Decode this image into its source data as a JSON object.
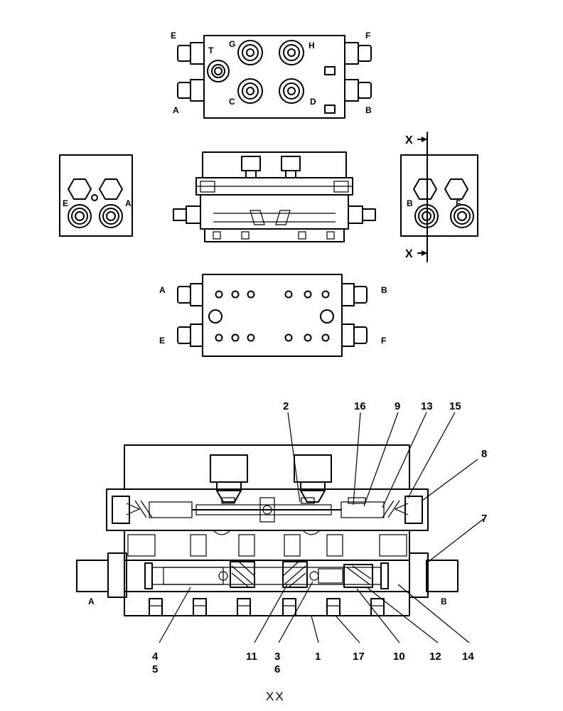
{
  "top_view": {
    "ports": {
      "E": "E",
      "F": "F",
      "A": "A",
      "B": "B",
      "T": "T",
      "G": "G",
      "H": "H",
      "C": "C",
      "D": "D"
    }
  },
  "left_view": {
    "labels": {
      "E": "E",
      "A": "A"
    }
  },
  "right_view": {
    "labels": {
      "B": "B",
      "F": "F"
    },
    "section_mark": "X"
  },
  "bottom_view": {
    "labels": {
      "A": "A",
      "B": "B",
      "E": "E",
      "F": "F"
    }
  },
  "section": {
    "title": "XX",
    "port_labels": {
      "A": "A",
      "B": "B"
    },
    "callouts_top": [
      "2",
      "16",
      "9",
      "13",
      "15",
      "8",
      "7"
    ],
    "callouts_bottom": [
      "4",
      "5",
      "11",
      "3",
      "6",
      "1",
      "17",
      "10",
      "12",
      "14"
    ]
  }
}
